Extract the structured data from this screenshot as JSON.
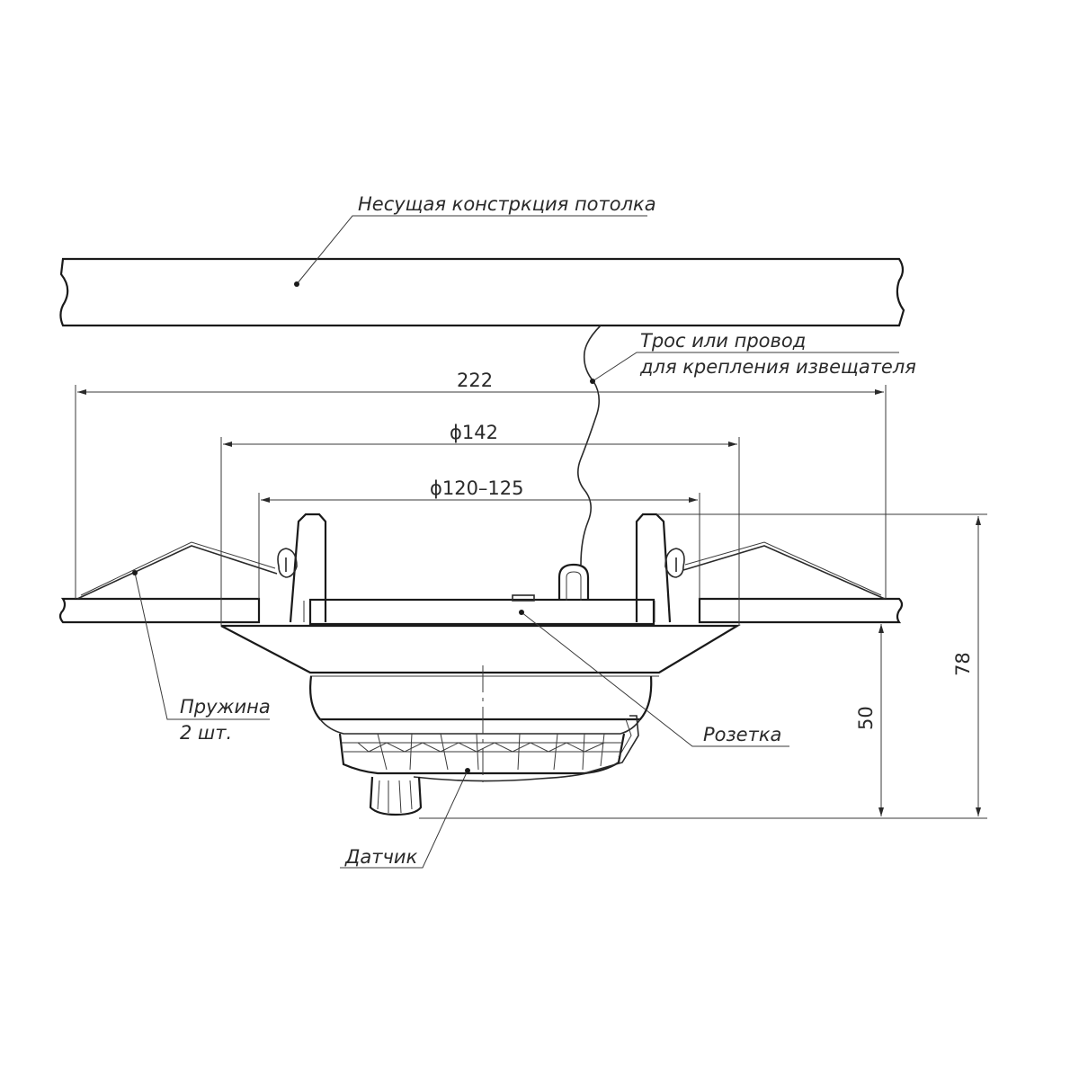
{
  "labels": {
    "ceiling": "Несущая констркция потолка",
    "cable_line1": "Трос или провод",
    "cable_line2": "для крепления извещателя",
    "spring_line1": "Пружина",
    "spring_line2": "2 шт.",
    "socket": "Розетка",
    "sensor": "Датчик"
  },
  "dimensions": {
    "overall_width": "222",
    "outer_diameter": "ϕ142",
    "hole_diameter": "ϕ120–125",
    "height_total": "78",
    "height_below": "50"
  },
  "colors": {
    "line": "#2a2a2a",
    "hatch": "#555555",
    "background": "#ffffff"
  }
}
